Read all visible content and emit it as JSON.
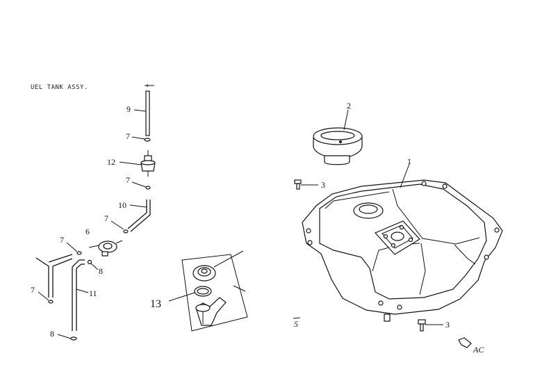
{
  "diagram": {
    "title": "UEL TANK ASSY.",
    "labels": {
      "tank": "1",
      "cap": "2",
      "bolt_a": "3",
      "bolt_b": "3",
      "clip_top": "7",
      "clip_mid": "7",
      "clip_hose": "7",
      "clip_left_top": "7",
      "clip_left_bottom": "7",
      "clamp_a": "8",
      "clamp_b": "8",
      "hose_top": "9",
      "hose_mid": "10",
      "hose_long": "11",
      "filter": "12",
      "inset_seal": "13",
      "valve_small": "6",
      "marker": "5",
      "arrow_text": "AC"
    }
  }
}
